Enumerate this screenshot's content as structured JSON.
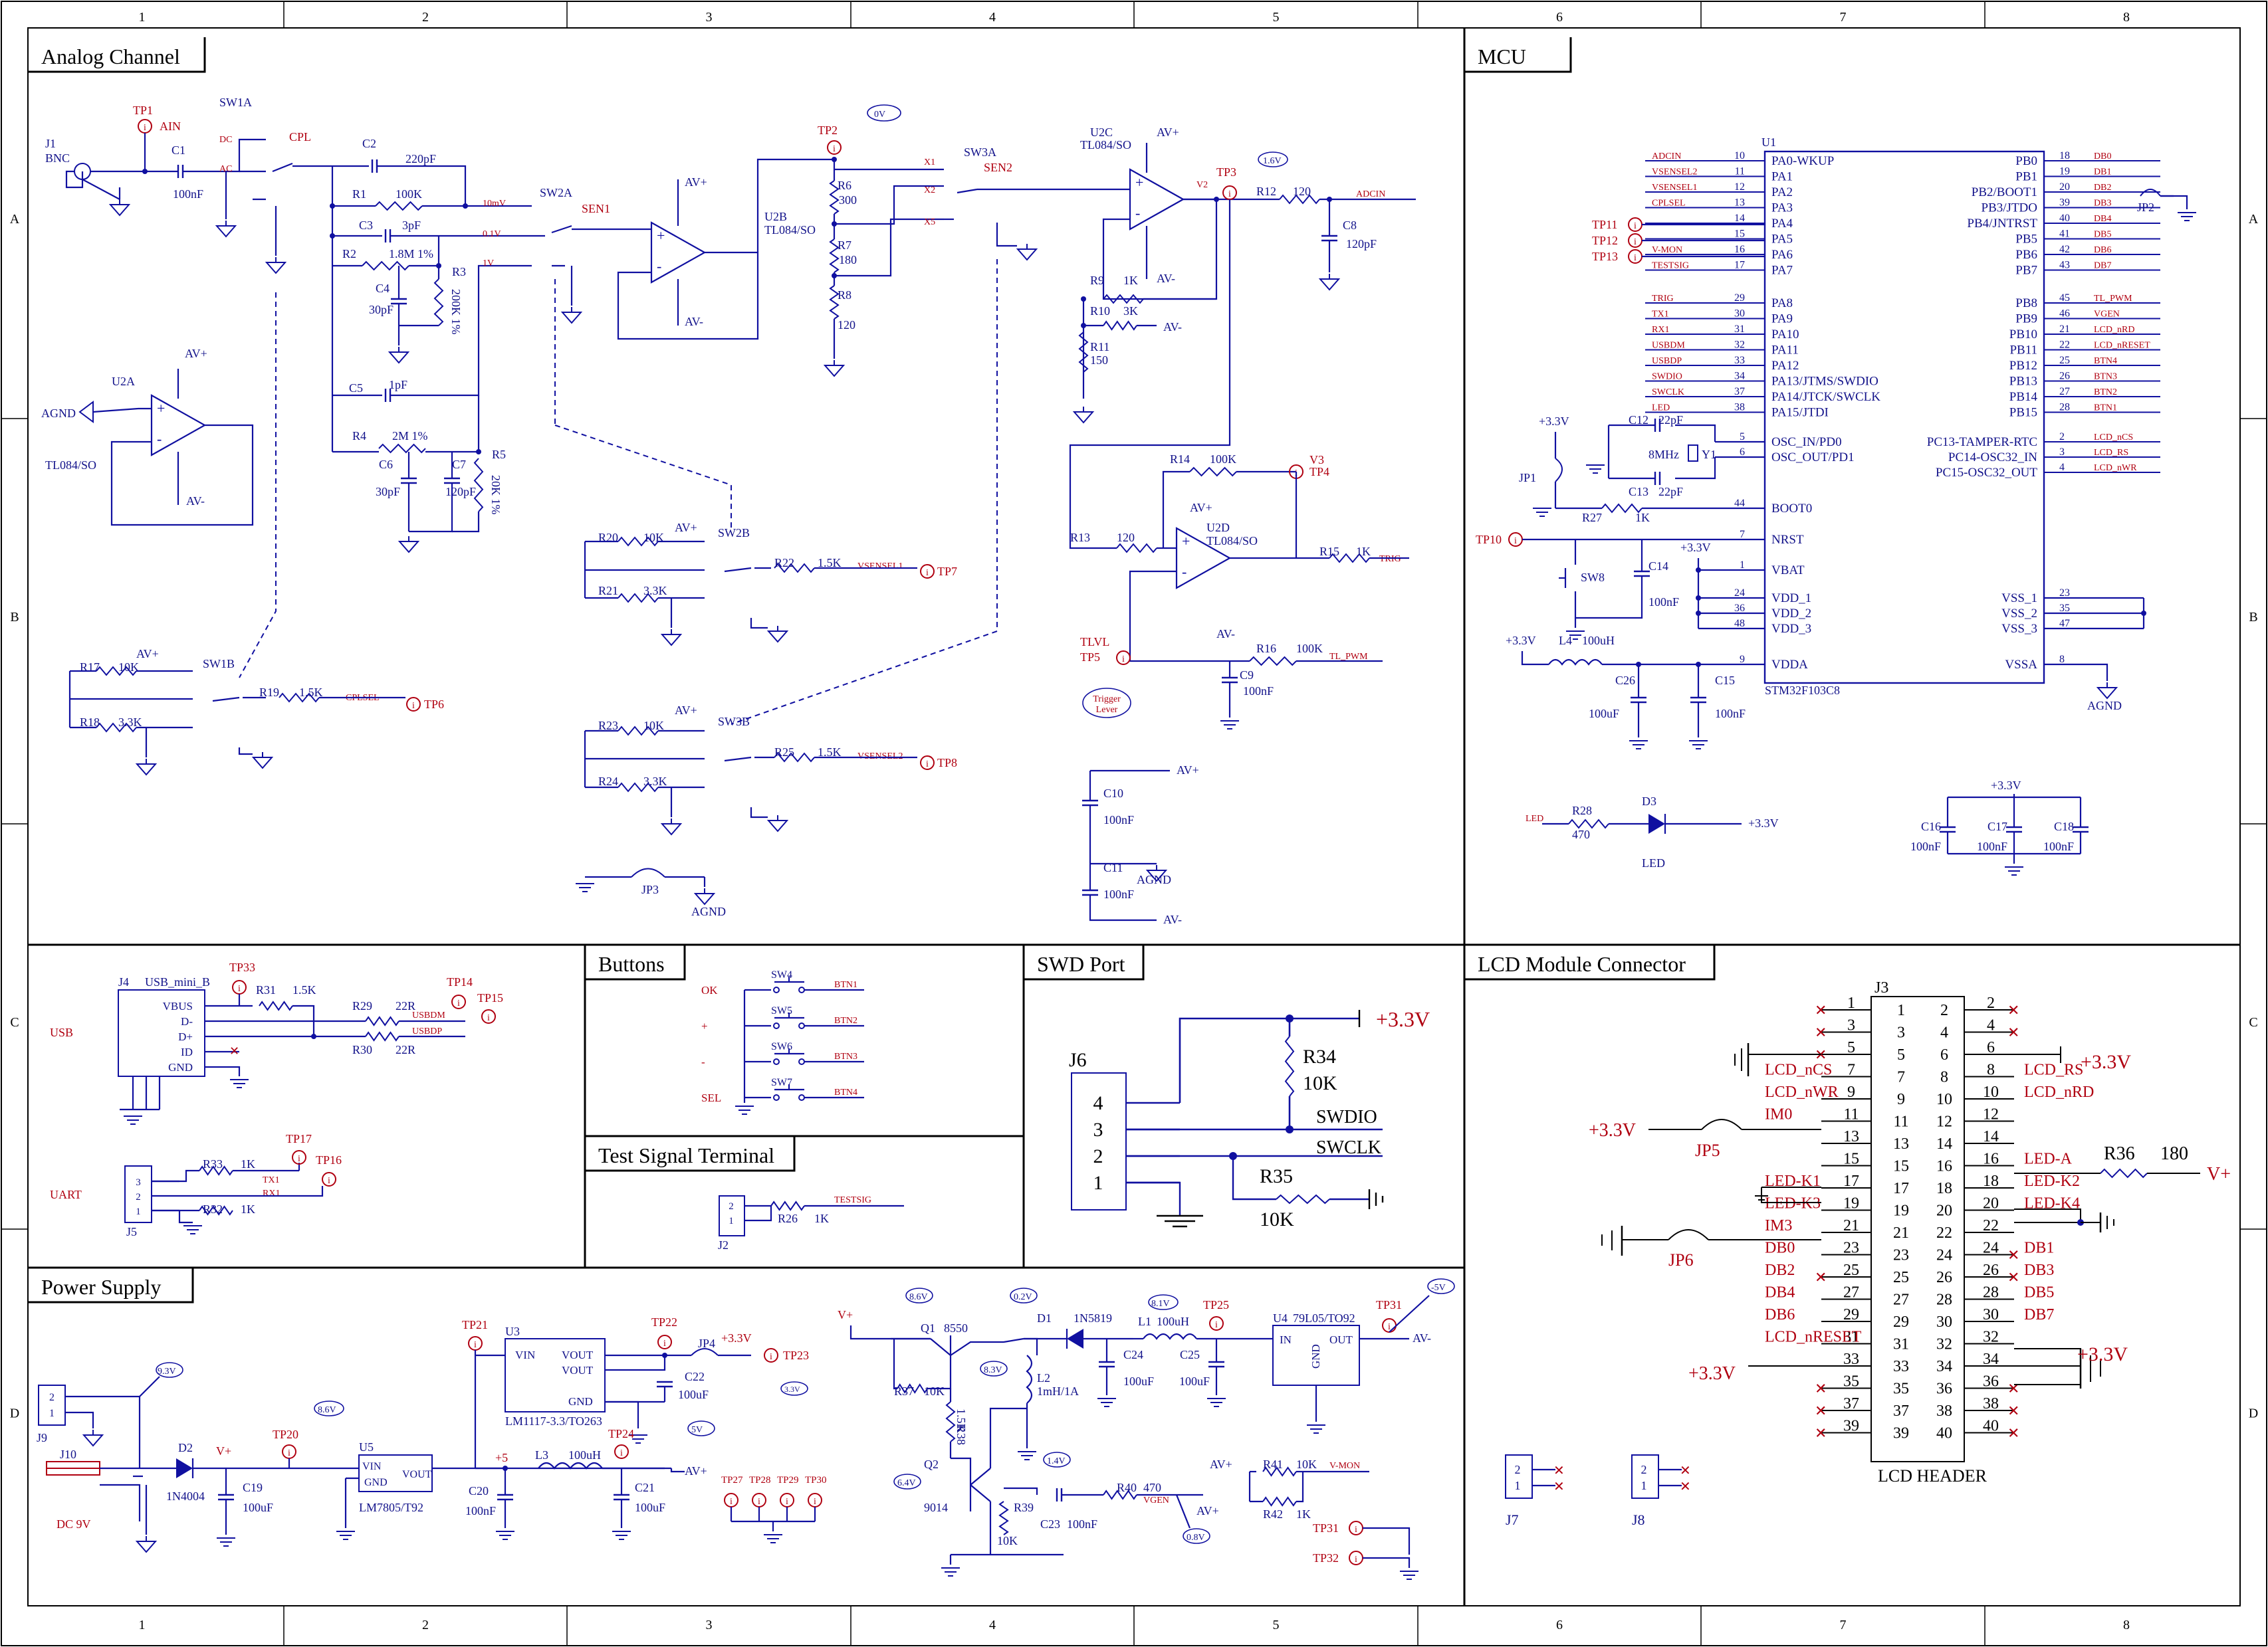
{
  "sheet": {
    "column_markers": [
      "1",
      "2",
      "3",
      "4",
      "5",
      "6",
      "7",
      "8"
    ],
    "row_markers": [
      "A",
      "B",
      "C",
      "D"
    ]
  },
  "sections": {
    "analog": "Analog Channel",
    "mcu": "MCU",
    "buttons": "Buttons",
    "swd": "SWD Port",
    "lcd": "LCD Module Connector",
    "test": "Test Signal Terminal",
    "power": "Power Supply"
  },
  "analog": {
    "j1": [
      "J1",
      "BNC"
    ],
    "tp1": "TP1",
    "ain": "AIN",
    "cpl": "CPL",
    "sw1a": "SW1A",
    "dc": "DC",
    "ac": "AC",
    "c1": [
      "C1",
      "100nF"
    ],
    "c2": [
      "C2",
      "220pF"
    ],
    "r1": [
      "R1",
      "100K"
    ],
    "c3": [
      "C3",
      "3pF"
    ],
    "r2": [
      "R2",
      "1.8M 1%"
    ],
    "r3": [
      "R3",
      "200K 1%"
    ],
    "c4": [
      "C4",
      "30pF"
    ],
    "c5": [
      "C5",
      "1pF"
    ],
    "r4": [
      "R4",
      "2M 1%"
    ],
    "c6": [
      "C6",
      "30pF"
    ],
    "c7": [
      "C7",
      "120pF"
    ],
    "r5": [
      "R5",
      "20K 1%"
    ],
    "v10mv": "10mV",
    "v01v": "0.1V",
    "v1v": "1V",
    "sw2a": "SW2A",
    "sen1": "SEN1",
    "u2a": [
      "U2A",
      "TL084/SO"
    ],
    "u2b": [
      "U2B",
      "TL084/SO"
    ],
    "u2c": [
      "U2C",
      "TL084/SO"
    ],
    "u2d": [
      "U2D",
      "TL084/SO"
    ],
    "tp2": "TP2",
    "tp2v": "0V",
    "r6": [
      "R6",
      "300"
    ],
    "r7": [
      "R7",
      "180"
    ],
    "r8": [
      "R8",
      "120"
    ],
    "sw3a": "SW3A",
    "sen2": "SEN2",
    "x1": "X1",
    "x2": "X2",
    "x5": "X5",
    "tp3": "TP3",
    "tp3v": "1.6V",
    "v2": "V2",
    "r12": [
      "R12",
      "120"
    ],
    "adcin": "ADCIN",
    "c8": [
      "C8",
      "120pF"
    ],
    "r9": [
      "R9",
      "1K"
    ],
    "r10": [
      "R10",
      "3K"
    ],
    "r11": [
      "R11",
      "150"
    ],
    "r14": [
      "R14",
      "100K"
    ],
    "v3": "V3",
    "tp4": "TP4",
    "r13": [
      "R13",
      "120"
    ],
    "r15": [
      "R15",
      "1K"
    ],
    "trig": "TRIG",
    "r16": [
      "R16",
      "100K"
    ],
    "tlpwm": "TL_PWM",
    "c9": [
      "C9",
      "100nF"
    ],
    "tlvl": "TLVL",
    "tp5": "TP5",
    "trigger_lever": [
      "Trigger",
      "Lever"
    ],
    "c10": [
      "C10",
      "100nF"
    ],
    "c11": [
      "C11",
      "100nF"
    ],
    "sw2b": "SW2B",
    "r20": [
      "R20",
      "10K"
    ],
    "r21": [
      "R21",
      "3.3K"
    ],
    "r22": [
      "R22",
      "1.5K"
    ],
    "vsensel1": "VSENSEL1",
    "tp7": "TP7",
    "sw3b": "SW3B",
    "r23": [
      "R23",
      "10K"
    ],
    "r24": [
      "R24",
      "3.3K"
    ],
    "r25": [
      "R25",
      "1.5K"
    ],
    "vsensel2": "VSENSEL2",
    "tp8": "TP8",
    "sw1b": "SW1B",
    "r17": [
      "R17",
      "10K"
    ],
    "r18": [
      "R18",
      "3.3K"
    ],
    "r19": [
      "R19",
      "1.5K"
    ],
    "cplsel": "CPLSEL",
    "tp6": "TP6",
    "jp3": "JP3",
    "agnd": "AGND",
    "avp": "AV+",
    "avm": "AV-"
  },
  "mcu": {
    "u1": "U1",
    "part": "STM32F103C8",
    "left_pins": [
      {
        "net": "ADCIN",
        "num": "10",
        "name": "PA0-WKUP"
      },
      {
        "net": "VSENSEL2",
        "num": "11",
        "name": "PA1"
      },
      {
        "net": "VSENSEL1",
        "num": "12",
        "name": "PA2"
      },
      {
        "net": "CPLSEL",
        "num": "13",
        "name": "PA3"
      },
      {
        "net": "",
        "num": "14",
        "name": "PA4"
      },
      {
        "net": "",
        "num": "15",
        "name": "PA5"
      },
      {
        "net": "V-MON",
        "num": "16",
        "name": "PA6"
      },
      {
        "net": "TESTSIG",
        "num": "17",
        "name": "PA7"
      },
      {
        "net": "TRIG",
        "num": "29",
        "name": "PA8"
      },
      {
        "net": "TX1",
        "num": "30",
        "name": "PA9"
      },
      {
        "net": "RX1",
        "num": "31",
        "name": "PA10"
      },
      {
        "net": "USBDM",
        "num": "32",
        "name": "PA11"
      },
      {
        "net": "USBDP",
        "num": "33",
        "name": "PA12"
      },
      {
        "net": "SWDIO",
        "num": "34",
        "name": "PA13/JTMS/SWDIO"
      },
      {
        "net": "SWCLK",
        "num": "37",
        "name": "PA14/JTCK/SWCLK"
      },
      {
        "net": "LED",
        "num": "38",
        "name": "PA15/JTDI"
      }
    ],
    "right_pins": [
      {
        "num": "18",
        "name": "PB0",
        "net": "DB0"
      },
      {
        "num": "19",
        "name": "PB1",
        "net": "DB1"
      },
      {
        "num": "20",
        "name": "PB2/BOOT1",
        "net": "DB2"
      },
      {
        "num": "39",
        "name": "PB3/JTDO",
        "net": "DB3"
      },
      {
        "num": "40",
        "name": "PB4/JNTRST",
        "net": "DB4"
      },
      {
        "num": "41",
        "name": "PB5",
        "net": "DB5"
      },
      {
        "num": "42",
        "name": "PB6",
        "net": "DB6"
      },
      {
        "num": "43",
        "name": "PB7",
        "net": "DB7"
      },
      {
        "num": "45",
        "name": "PB8",
        "net": "TL_PWM"
      },
      {
        "num": "46",
        "name": "PB9",
        "net": "VGEN"
      },
      {
        "num": "21",
        "name": "PB10",
        "net": "LCD_nRD"
      },
      {
        "num": "22",
        "name": "PB11",
        "net": "LCD_nRESET"
      },
      {
        "num": "25",
        "name": "PB12",
        "net": "BTN4"
      },
      {
        "num": "26",
        "name": "PB13",
        "net": "BTN3"
      },
      {
        "num": "27",
        "name": "PB14",
        "net": "BTN2"
      },
      {
        "num": "28",
        "name": "PB15",
        "net": "BTN1"
      }
    ],
    "rtc_pins": [
      {
        "num": "2",
        "name": "PC13-TAMPER-RTC",
        "net": "LCD_nCS"
      },
      {
        "num": "3",
        "name": "PC14-OSC32_IN",
        "net": "LCD_RS"
      },
      {
        "num": "4",
        "name": "PC15-OSC32_OUT",
        "net": "LCD_nWR"
      }
    ],
    "osc_pins": [
      {
        "num": "5",
        "name": "OSC_IN/PD0"
      },
      {
        "num": "6",
        "name": "OSC_OUT/PD1"
      }
    ],
    "boot": {
      "num": "44",
      "name": "BOOT0"
    },
    "nrst": {
      "num": "7",
      "name": "NRST"
    },
    "vbat": {
      "num": "1",
      "name": "VBAT"
    },
    "vdd": [
      {
        "num": "24",
        "name": "VDD_1"
      },
      {
        "num": "36",
        "name": "VDD_2"
      },
      {
        "num": "48",
        "name": "VDD_3"
      }
    ],
    "vdda": {
      "num": "9",
      "name": "VDDA"
    },
    "vss": [
      {
        "num": "23",
        "name": "VSS_1"
      },
      {
        "num": "35",
        "name": "VSS_2"
      },
      {
        "num": "47",
        "name": "VSS_3"
      }
    ],
    "vssa": {
      "num": "8",
      "name": "VSSA"
    },
    "tp11": "TP11",
    "tp12": "TP12",
    "tp13": "TP13",
    "tp10": "TP10",
    "jp1": "JP1",
    "jp2": "JP2",
    "r27": [
      "R27",
      "1K"
    ],
    "c12": [
      "C12",
      "22pF"
    ],
    "c13": [
      "C13",
      "22pF"
    ],
    "y1": [
      "Y1",
      "8MHz"
    ],
    "sw8": "SW8",
    "c14": [
      "C14",
      "100nF"
    ],
    "l4": [
      "L4",
      "100uH"
    ],
    "c26": [
      "C26",
      "100uF"
    ],
    "c15": [
      "C15",
      "100nF"
    ],
    "led_net": "LED",
    "r28": [
      "R28",
      "470"
    ],
    "d3": [
      "D3",
      "LED"
    ],
    "c16": [
      "C16",
      "100nF"
    ],
    "c17": [
      "C17",
      "100nF"
    ],
    "c18": [
      "C18",
      "100nF"
    ],
    "v33": "+3.3V",
    "agnd": "AGND"
  },
  "usb": {
    "label": "USB",
    "j4": [
      "J4",
      "USB_mini_B"
    ],
    "pins": [
      "VBUS",
      "D-",
      "D+",
      "ID",
      "GND"
    ],
    "tp33": "TP33",
    "r31": [
      "R31",
      "1.5K"
    ],
    "r29": [
      "R29",
      "22R"
    ],
    "r30": [
      "R30",
      "22R"
    ],
    "usbdm": "USBDM",
    "usbdp": "USBDP",
    "tp14": "TP14",
    "tp15": "TP15"
  },
  "uart": {
    "label": "UART",
    "j5": "J5",
    "pins": [
      "3",
      "2",
      "1"
    ],
    "r33": [
      "R33",
      "1K"
    ],
    "r32": [
      "R32",
      "1K"
    ],
    "tx1": "TX1",
    "rx1": "RX1",
    "tp17": "TP17",
    "tp16": "TP16"
  },
  "buttons": {
    "items": [
      {
        "label": "OK",
        "sw": "SW4",
        "net": "BTN1"
      },
      {
        "label": "+",
        "sw": "SW5",
        "net": "BTN2"
      },
      {
        "label": "-",
        "sw": "SW6",
        "net": "BTN3"
      },
      {
        "label": "SEL",
        "sw": "SW7",
        "net": "BTN4"
      }
    ]
  },
  "test": {
    "j2": "J2",
    "r26": [
      "R26",
      "1K"
    ],
    "net": "TESTSIG",
    "pins": [
      "2",
      "1"
    ]
  },
  "swd": {
    "j6": "J6",
    "pins": [
      "4",
      "3",
      "2",
      "1"
    ],
    "r34": [
      "R34",
      "10K"
    ],
    "r35": [
      "R35",
      "10K"
    ],
    "swdio": "SWDIO",
    "swclk": "SWCLK",
    "v33": "+3.3V"
  },
  "lcd": {
    "j3": "J3",
    "header": "LCD HEADER",
    "left_nets": [
      "",
      "",
      "",
      "LCD_nCS",
      "LCD_nWR",
      "IM0",
      "",
      "",
      "LED-K1",
      "LED-K3",
      "IM3",
      "DB0",
      "DB2",
      "DB4",
      "DB6",
      "LCD_nRESET",
      "",
      "",
      "",
      ""
    ],
    "right_nets": [
      "",
      "",
      "",
      "LCD_RS",
      "LCD_nRD",
      "",
      "",
      "LED-A",
      "LED-K2",
      "LED-K4",
      "",
      "DB1",
      "DB3",
      "DB5",
      "DB7",
      "",
      "",
      "",
      "",
      ""
    ],
    "jp5": "JP5",
    "jp6": "JP6",
    "r36": [
      "R36",
      "180"
    ],
    "v33": "+3.3V",
    "vplus": "V+",
    "j7": "J7",
    "j8": "J8"
  },
  "power": {
    "j9": "J9",
    "j10": "J10",
    "dc9v": "DC 9V",
    "tp9v": "9.3V",
    "d2": [
      "D2",
      "1N4004"
    ],
    "vplus": "V+",
    "c19": [
      "C19",
      "100uF"
    ],
    "tp20": "TP20",
    "tp20v": "8.6V",
    "u5": [
      "U5",
      "LM7805/T92"
    ],
    "u5pins": [
      "VIN",
      "GND",
      "VOUT"
    ],
    "tp21": "TP21",
    "u3": [
      "U3",
      "LM1117-3.3/TO263"
    ],
    "u3pins": [
      "VIN",
      "VOUT",
      "VOUT",
      "GND"
    ],
    "tp22": "TP22",
    "jp4": "JP4",
    "v33": "+3.3V",
    "tp23": "TP23",
    "tp23v": "3.3V",
    "c22": [
      "C22",
      "100uF"
    ],
    "p5": "+5",
    "c20": [
      "C20",
      "100nF"
    ],
    "l3": [
      "L3",
      "100uH"
    ],
    "tp24": "TP24",
    "tp24v": "5V",
    "c21": [
      "C21",
      "100uF"
    ],
    "avp": "AV+",
    "tp27_30": [
      "TP27",
      "TP28",
      "TP29",
      "TP30"
    ],
    "q1": [
      "Q1",
      "8550"
    ],
    "q1v": "8.6V",
    "q1cv": "8.3V",
    "d1": [
      "D1",
      "1N5819"
    ],
    "d1v": "0.2V",
    "l1": [
      "L1",
      "100uH"
    ],
    "l1v": "8.1V",
    "tp25": "TP25",
    "u4": [
      "U4",
      "79L05/TO92"
    ],
    "u4pins": [
      "IN",
      "GND",
      "OUT"
    ],
    "tp31": "TP31",
    "tp31v": "-5V",
    "avm": "AV-",
    "c24": [
      "C24",
      "100uF"
    ],
    "c25": [
      "C25",
      "100uF"
    ],
    "r37": [
      "R37",
      "10K"
    ],
    "r38": [
      "R38",
      "1.5K"
    ],
    "l2": [
      "L2",
      "1mH/1A"
    ],
    "q2": [
      "Q2",
      "9014"
    ],
    "q2v": "6.4V",
    "r39": [
      "R39",
      "10K"
    ],
    "c23": [
      "C23",
      "100nF"
    ],
    "c23v": "1.4V",
    "r40": [
      "R40",
      "470"
    ],
    "vgen": "VGEN",
    "vgenv": "0.8V",
    "r41": [
      "R41",
      "10K"
    ],
    "r42": [
      "R42",
      "1K"
    ],
    "vmon": "V-MON",
    "tp31b": "TP31",
    "tp32": "TP32"
  }
}
